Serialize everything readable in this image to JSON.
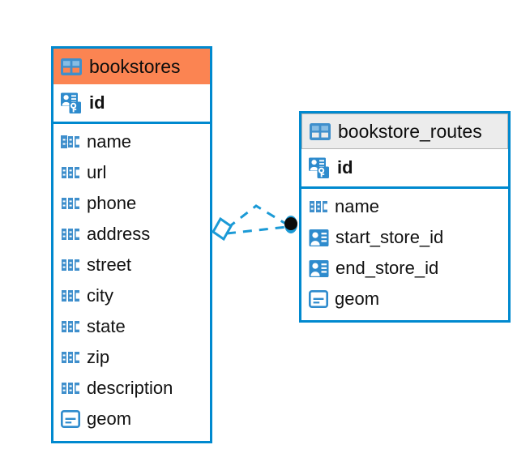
{
  "diagram": {
    "type": "entity-relationship-diagram",
    "background_color": "#ffffff",
    "accent_color": "#0089cf",
    "highlight_color": "#fb8452",
    "neutral_header_color": "#ececec"
  },
  "entities": [
    {
      "name": "bookstores",
      "header_style": "accent",
      "table_icon": "table-icon",
      "primary_key": {
        "label": "id",
        "icon": "primary-key-icon"
      },
      "fields": [
        {
          "label": "name",
          "icon": "text-type-icon"
        },
        {
          "label": "url",
          "icon": "text-type-icon"
        },
        {
          "label": "phone",
          "icon": "text-type-icon"
        },
        {
          "label": "address",
          "icon": "text-type-icon"
        },
        {
          "label": "street",
          "icon": "text-type-icon"
        },
        {
          "label": "city",
          "icon": "text-type-icon"
        },
        {
          "label": "state",
          "icon": "text-type-icon"
        },
        {
          "label": "zip",
          "icon": "text-type-icon"
        },
        {
          "label": "description",
          "icon": "text-type-icon"
        },
        {
          "label": "geom",
          "icon": "geometry-type-icon"
        }
      ]
    },
    {
      "name": "bookstore_routes",
      "header_style": "neutral",
      "table_icon": "table-icon",
      "primary_key": {
        "label": "id",
        "icon": "primary-key-icon"
      },
      "fields": [
        {
          "label": "name",
          "icon": "text-type-icon"
        },
        {
          "label": "start_store_id",
          "icon": "foreign-key-icon"
        },
        {
          "label": "end_store_id",
          "icon": "foreign-key-icon"
        },
        {
          "label": "geom",
          "icon": "geometry-type-icon"
        }
      ]
    }
  ],
  "relationship": {
    "style": "dashed",
    "color": "#1b9ad6",
    "source_endpoint": "open-diamond",
    "target_endpoint": "filled-circle",
    "source_entity": "bookstores",
    "target_entity": "bookstore_routes"
  }
}
